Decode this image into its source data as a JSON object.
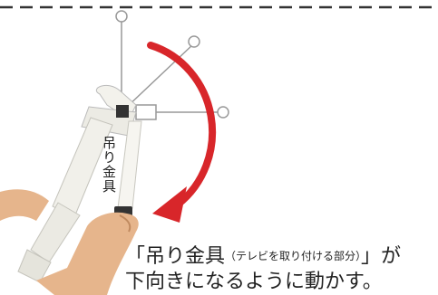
{
  "figure": {
    "side_label": "吊り金具",
    "caption": {
      "open_quote": "「",
      "main_term": "吊り金具",
      "note": "（テレビを取り付ける部分）",
      "close_quote": "」が",
      "line2": "下向きになるように動かす。"
    },
    "colors": {
      "arrow": "#d8262a",
      "dashed_border": "#333333",
      "bracket_body": "#f1f0ea",
      "skin": "#e6b58c"
    }
  }
}
